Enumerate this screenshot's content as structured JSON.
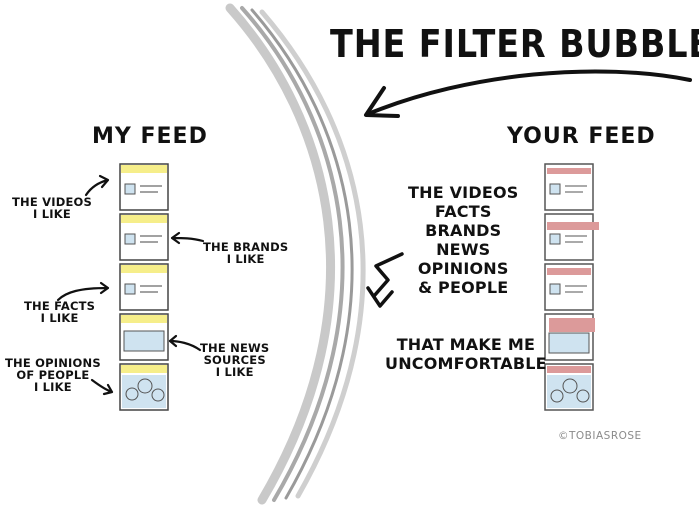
{
  "title": "THE FILTER BUBBLE:",
  "my_feed": {
    "heading": "MY FEED",
    "labels": {
      "videos": [
        "THE VIDEOS",
        "I LIKE"
      ],
      "brands": [
        "THE BRANDS",
        "I LIKE"
      ],
      "facts": [
        "THE FACTS",
        "I LIKE"
      ],
      "news": [
        "THE NEWS",
        "SOURCES",
        "I LIKE"
      ],
      "opinions": [
        "THE OPINIONS",
        "OF PEOPLE",
        "I LIKE"
      ]
    }
  },
  "your_feed": {
    "heading": "YOUR FEED"
  },
  "center_text": {
    "list": [
      "THE VIDEOS",
      "FACTS",
      "BRANDS",
      "NEWS",
      "OPINIONS",
      "& PEOPLE"
    ],
    "tail": [
      "THAT MAKE ME",
      "UNCOMFORTABLE"
    ]
  },
  "credit": "TOBIASROSE",
  "colors": {
    "ink": "#111111",
    "my_feed_highlight": "#f6ee8a",
    "your_feed_highlight": "#dc9a9a",
    "card_blue": "#cfe3f0",
    "bubble_gray": "#b5b5b5",
    "credit_gray": "#8a8a8a"
  }
}
